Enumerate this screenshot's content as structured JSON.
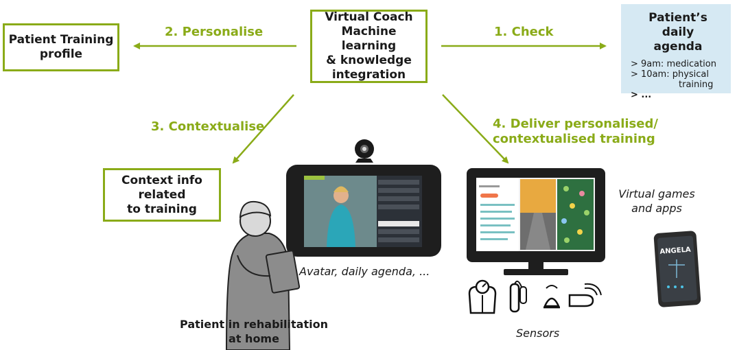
{
  "colors": {
    "accent": "#8aab18",
    "agenda_bg": "#d6e9f3"
  },
  "center_box": {
    "lines": [
      "Virtual Coach",
      "Machine learning",
      "& knowledge",
      "integration"
    ]
  },
  "profile_box": {
    "lines": [
      "Patient Training",
      "profile"
    ]
  },
  "context_box": {
    "lines": [
      "Context info",
      "related",
      "to training"
    ]
  },
  "agenda": {
    "title_lines": [
      "Patient’s daily",
      "agenda"
    ],
    "items": [
      "> 9am: medication",
      "> 10am: physical",
      "training",
      "> ..."
    ]
  },
  "arrows": {
    "personalise": "2. Personalise",
    "check": "1. Check",
    "contextualise": "3. Contextualise",
    "deliver_lines": [
      "4. Deliver personalised/",
      "contextualised training"
    ]
  },
  "captions": {
    "avatar": "Avatar, daily agenda, ...",
    "patient_lines": [
      "Patient in rehabilitation",
      "at home"
    ],
    "games_lines": [
      "Virtual games",
      "and apps"
    ],
    "sensors": "Sensors",
    "device_brand": "ANGELA"
  },
  "icons": [
    "camera-icon",
    "scale-icon",
    "wii-remote-icon",
    "smart-lamp-icon",
    "hand-sensor-icon"
  ]
}
